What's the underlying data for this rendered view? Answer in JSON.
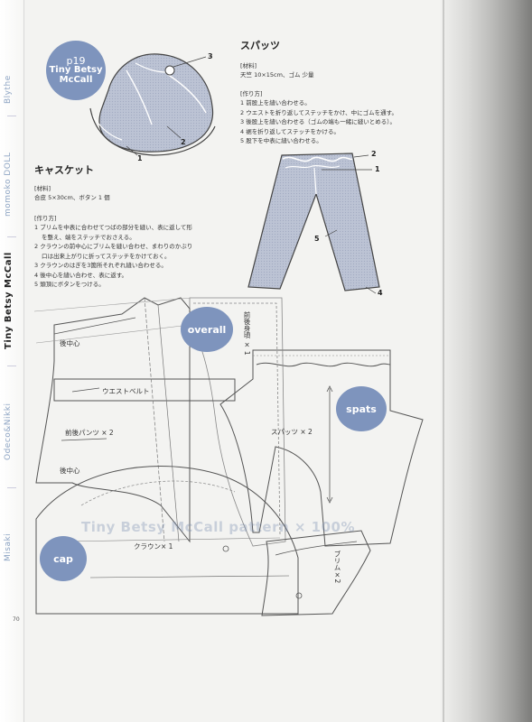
{
  "side_tabs": [
    {
      "label": "Blythe",
      "active": false
    },
    {
      "label": "momoko DOLL",
      "active": false
    },
    {
      "label": "Tiny Betsy McCall",
      "active": true
    },
    {
      "label": "Odeco&Nikki",
      "active": false
    },
    {
      "label": "Misaki",
      "active": false
    }
  ],
  "badge": {
    "page_ref": "p19",
    "line1": "Tiny Betsy",
    "line2": "McCall"
  },
  "cap": {
    "title": "キャスケット",
    "materials_heading": "[材料]",
    "materials": "合皮 5×30cm、ボタン 1 個",
    "method_heading": "[作り方]",
    "steps": [
      "1 ブリムを中表に合わせてつばの部分を縫い、表に返して形",
      "を整え、端をステッチでおさえる。",
      "2 クラウンの前中心にブリムを縫い合わせ、まわりのかぶり",
      "口は出来上がりに折ってステッチをかけておく。",
      "3 クラウンのはぎを3箇所それぞれ縫い合わせる。",
      "4 後中心を縫い合わせ、表に返す。",
      "5 頭頂にボタンをつける。"
    ],
    "callouts": [
      "1",
      "2",
      "3"
    ]
  },
  "spats": {
    "title": "スパッツ",
    "materials_heading": "[材料]",
    "materials": "天竺 10×15cm、ゴム 少量",
    "method_heading": "[作り方]",
    "steps": [
      "1 前股上を縫い合わせる。",
      "2 ウエストを折り返してステッチをかけ、中にゴムを通す。",
      "3 後股上を縫い合わせる（ゴムの端も一緒に縫いとめる）。",
      "4 裾を折り返してステッチをかける。",
      "5 股下を中表に縫い合わせる。"
    ],
    "callouts": [
      "1",
      "2",
      "4",
      "5"
    ]
  },
  "pattern": {
    "overall_bubble": "overall",
    "spats_bubble": "spats",
    "cap_bubble": "cap",
    "labels": {
      "back_center_top": "後中心",
      "waist_belt": "ウエストベルト",
      "front_back_pants": "前後パンツ × 2",
      "back_center": "後中心",
      "front_back_body": "前後身頃 × 1",
      "spats_piece": "スパッツ × 2",
      "crown": "クラウン× 1",
      "brim": "ブリム×2"
    },
    "watermark": "Tiny Betsy McCall pattern × 100%"
  },
  "page_number": "70"
}
